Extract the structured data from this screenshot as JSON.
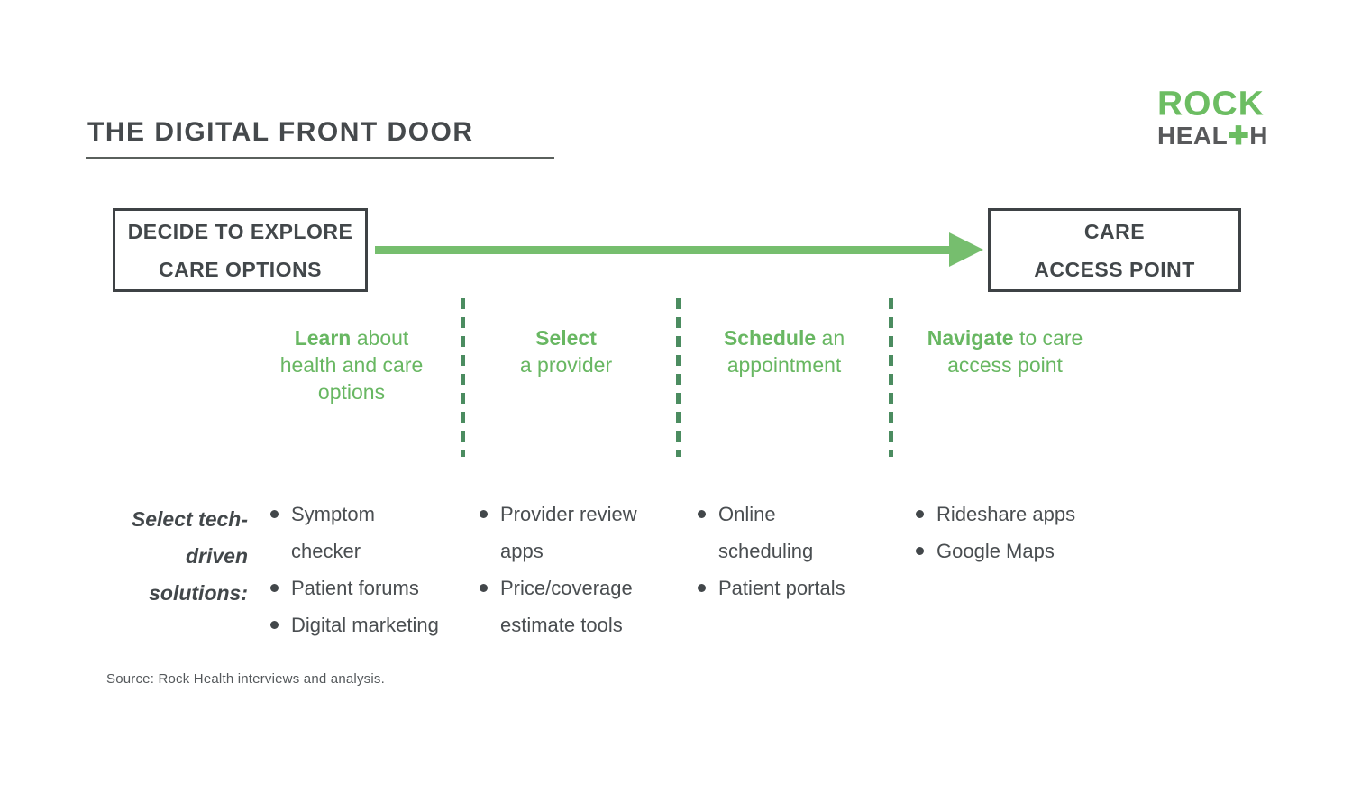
{
  "title": "THE DIGITAL FRONT DOOR",
  "logo": {
    "line1": "ROCK",
    "health_pre": "HEAL",
    "plus": "✚",
    "health_post": "H"
  },
  "flow": {
    "start_box": "DECIDE TO EXPLORE\nCARE OPTIONS",
    "end_box": "CARE\nACCESS POINT"
  },
  "stages": [
    {
      "keyword": "Learn",
      "rest": " about\nhealth and care\noptions"
    },
    {
      "keyword": "Select",
      "rest": "\na provider"
    },
    {
      "keyword": "Schedule",
      "rest": " an\nappointment"
    },
    {
      "keyword": "Navigate",
      "rest": " to care\naccess point"
    }
  ],
  "solutions_label": "Select tech-\ndriven\nsolutions:",
  "solutions": [
    {
      "stage": "learn",
      "items": [
        "Symptom\nchecker",
        "Patient forums",
        "Digital marketing"
      ]
    },
    {
      "stage": "select",
      "items": [
        "Provider review\napps",
        "Price/coverage\nestimate tools"
      ]
    },
    {
      "stage": "schedule",
      "items": [
        "Online\nscheduling",
        "Patient portals"
      ]
    },
    {
      "stage": "navigate",
      "items": [
        "Rideshare apps",
        "Google Maps"
      ]
    }
  ],
  "source": "Source: Rock Health interviews and analysis.",
  "colors": {
    "brand_green": "#6cbd62",
    "arrow_green": "#76be6e",
    "stage_text_green": "#68b762",
    "divider_green": "#4b8c60",
    "dark_gray_text": "#45494c",
    "logo_gray": "#58595b",
    "box_border": "#3e4245"
  }
}
